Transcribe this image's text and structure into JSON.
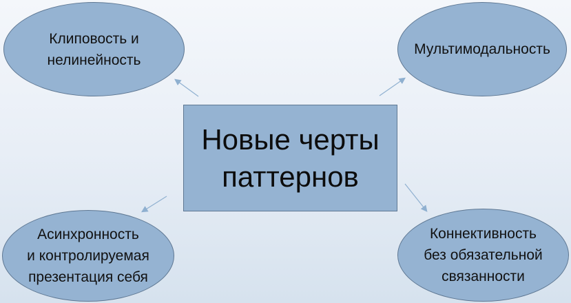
{
  "diagram": {
    "center": {
      "label": "Новые черты\nпаттернов"
    },
    "nodes": [
      {
        "id": "top-left",
        "label": "Клиповость и\nнелинейность"
      },
      {
        "id": "top-right",
        "label": "Мультимодальность"
      },
      {
        "id": "bottom-left",
        "label": "Асинхронность\nи контролируемая\nпрезентация себя"
      },
      {
        "id": "bottom-right",
        "label": "Коннективность\nбез обязательной\nсвязанности"
      }
    ],
    "colors": {
      "fill": "#95b3d2",
      "border": "#5e7792",
      "arrow": "#8fb0d0"
    }
  }
}
